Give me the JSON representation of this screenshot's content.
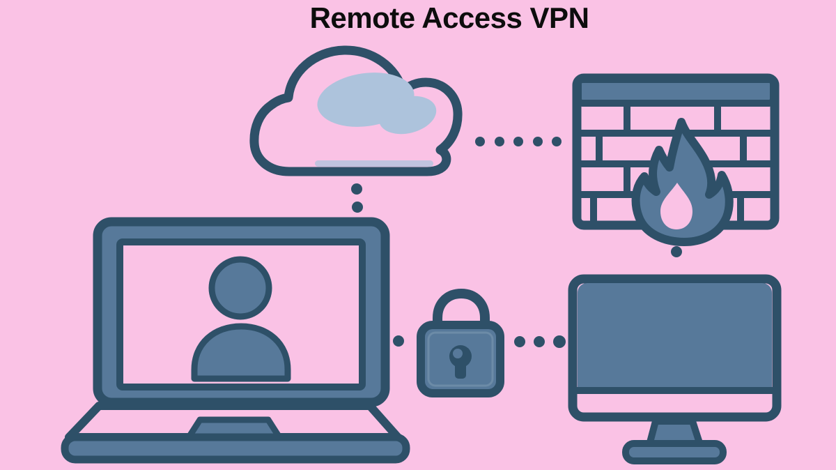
{
  "title": "Remote Access VPN",
  "colors": {
    "bg": "#fac2e5",
    "ink": "#2e5068",
    "slate": "#57799a",
    "slate-light": "#7e9ab2",
    "blob": "#adc3dc",
    "title": "#0d0d0d"
  },
  "diagram": {
    "icons": [
      "cloud-icon",
      "firewall-icon",
      "flame-icon",
      "laptop-icon",
      "user-icon",
      "padlock-icon",
      "monitor-icon"
    ],
    "connectors": [
      "cloud-to-firewall-dots",
      "cloud-to-laptop-dots",
      "firewall-to-monitor-dot",
      "laptop-to-padlock-dot",
      "padlock-to-monitor-dots"
    ]
  }
}
